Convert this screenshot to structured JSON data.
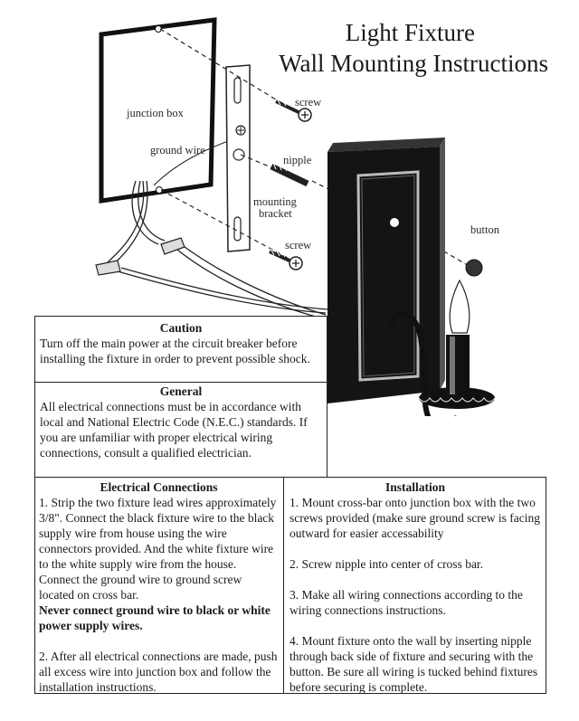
{
  "title": {
    "line1": "Light Fixture",
    "line2": "Wall Mounting Instructions"
  },
  "diagram_labels": {
    "junction_box": "junction box",
    "ground_wire": "ground wire",
    "screw_top": "screw",
    "nipple": "nipple",
    "mounting_bracket_1": "mounting",
    "mounting_bracket_2": "bracket",
    "screw_bottom": "screw",
    "button": "button"
  },
  "caution": {
    "heading": "Caution",
    "text": "Turn off the main power at the circuit breaker before installing the fixture in order to prevent possible shock."
  },
  "general": {
    "heading": "General",
    "text": "All electrical connections must be in accordance with local and National Electric Code (N.E.C.) standards.  If you are unfamiliar with proper electrical wiring connections, consult a qualified electrician."
  },
  "electrical": {
    "heading": "Electrical Connections",
    "step1": "1.  Strip the two fixture lead wires approximately 3/8\".  Connect the black fixture wire to the black supply wire from house using the wire connectors provided.  And the white fixture wire to the white supply wire from the house. Connect the ground wire to ground screw located on cross bar.",
    "warning": "Never connect ground wire to black or white power supply wires.",
    "step2": "2. After all electrical connections are made, push all excess wire into junction box and follow the installation instructions."
  },
  "installation": {
    "heading": "Installation",
    "step1": "1. Mount cross-bar onto junction box with the two screws provided (make sure ground screw is facing outward for easier accessability",
    "step2": "2. Screw nipple into center of cross bar.",
    "step3": "3. Make all wiring connections according to the wiring connections instructions.",
    "step4": "4. Mount fixture onto the wall by inserting nipple through back side of fixture and securing with the button.  Be sure all wiring is tucked behind fixtures before securing is complete."
  }
}
